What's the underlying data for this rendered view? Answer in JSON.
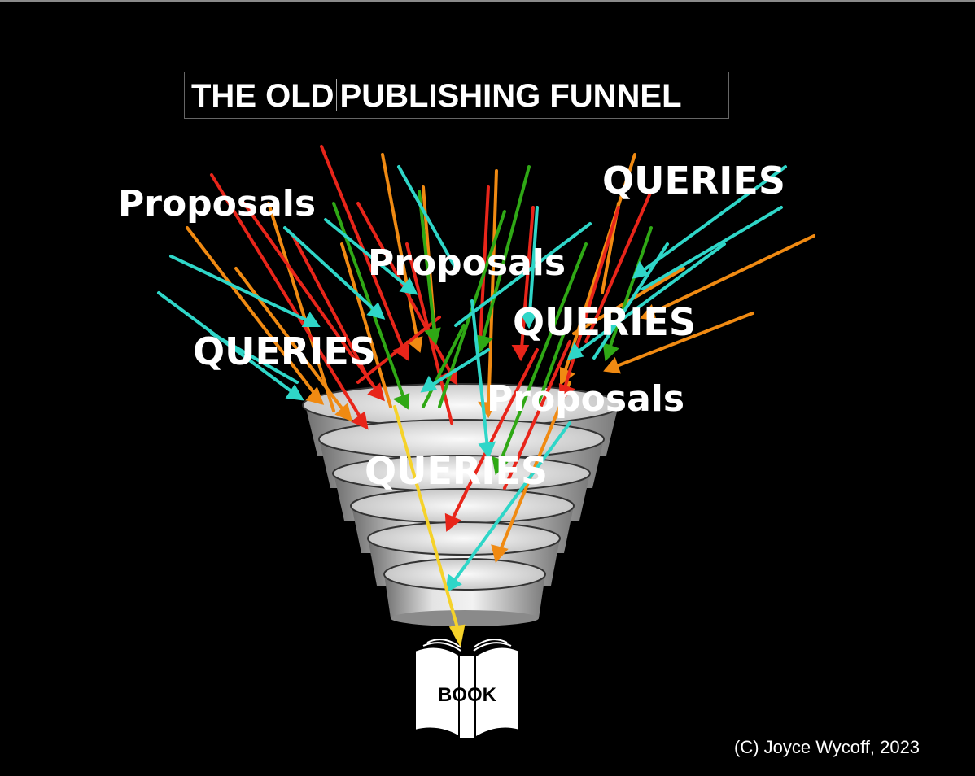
{
  "title": {
    "part1": "THE OLD",
    "part2": "PUBLISHING FUNNEL"
  },
  "labels": {
    "proposals_1": "Proposals",
    "proposals_2": "Proposals",
    "proposals_3": "Proposals",
    "queries_1": "QUERIES",
    "queries_2": "QUERIES",
    "queries_3": "QUERIES",
    "queries_4": "QUERIES"
  },
  "book": {
    "label": "BOOK"
  },
  "credit": "(C) Joyce Wycoff, 2023",
  "colors": {
    "background": "#000000",
    "red": "#e8251a",
    "orange": "#f08a12",
    "green": "#2fa815",
    "cyan": "#2fd6c8",
    "yellow": "#f5d22a",
    "funnel_light": "#e6e6e6",
    "funnel_dark": "#9a9a9a"
  }
}
